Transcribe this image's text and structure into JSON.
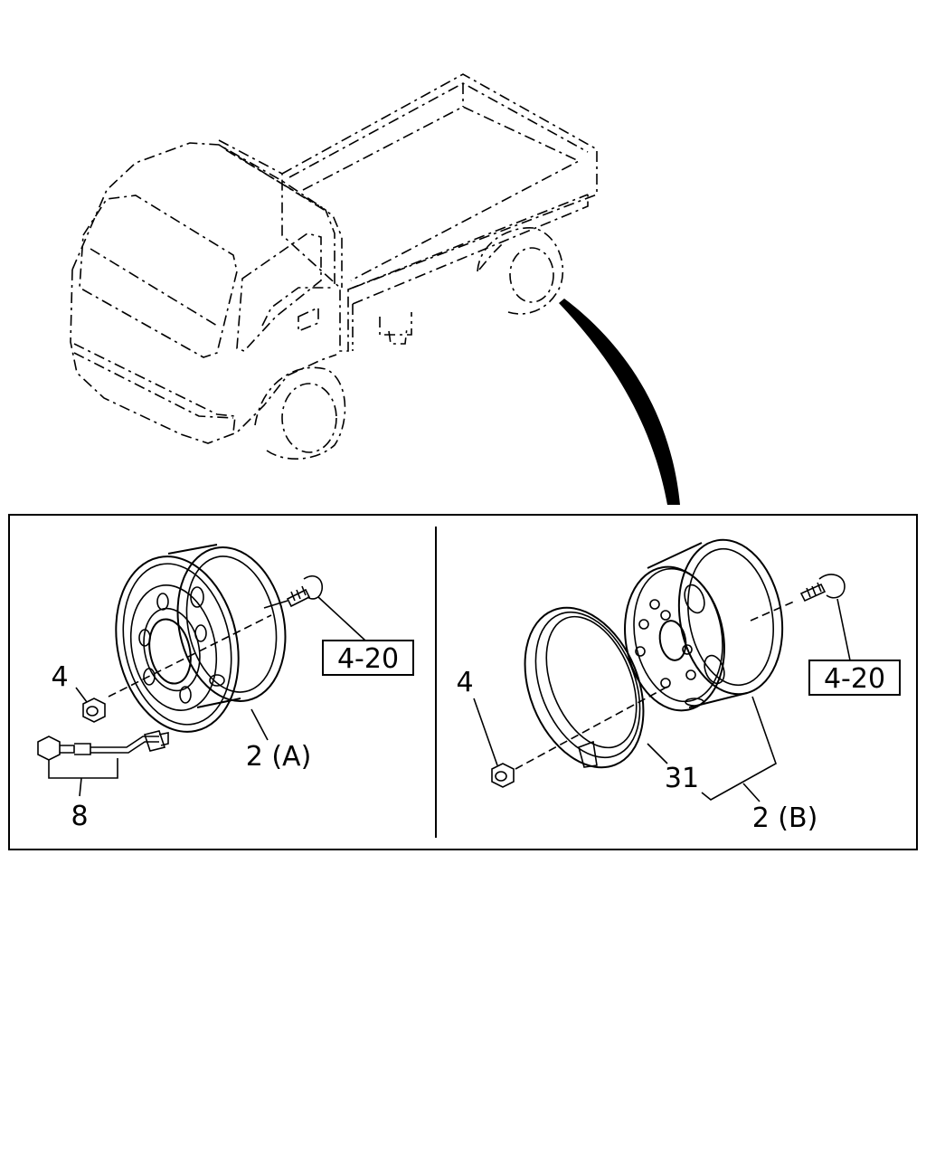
{
  "labels": {
    "ref_left": "4-20",
    "ref_right": "4-20",
    "nut_left": "4",
    "nut_right": "4",
    "valve": "8",
    "wheel_a": "2 (A)",
    "wheel_b": "2 (B)",
    "ring": "31"
  },
  "colors": {
    "line": "#000000",
    "background": "#ffffff"
  }
}
